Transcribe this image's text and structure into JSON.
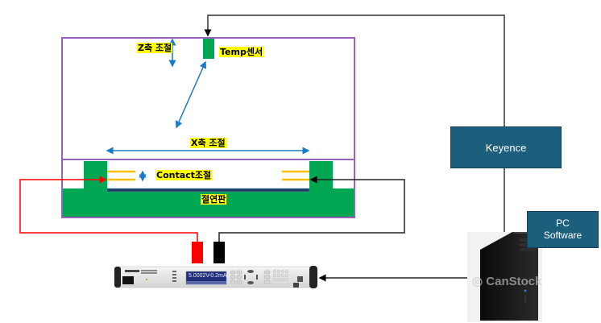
{
  "labels": {
    "z_axis": "Z축 조절",
    "temp_sensor": "Temp센서",
    "x_axis": "X축 조절",
    "contact": "Contact조절",
    "insulator": "절연판"
  },
  "boxes": {
    "keyence": "Keyence",
    "pc_software_line1": "PC",
    "pc_software_line2": "Software"
  },
  "instrument": {
    "voltage": "5.0002V",
    "current": "-0.2mA"
  },
  "watermark": "CanStock",
  "colors": {
    "chamber_border": "#9b5fc0",
    "stage": "#00a651",
    "probe": "#ffc000",
    "arrow": "#1a7bc6",
    "wire_red": "#ff0000",
    "wire_black": "#000000",
    "box_fill": "#1c5f7d",
    "label_highlight": "#ffff00"
  }
}
